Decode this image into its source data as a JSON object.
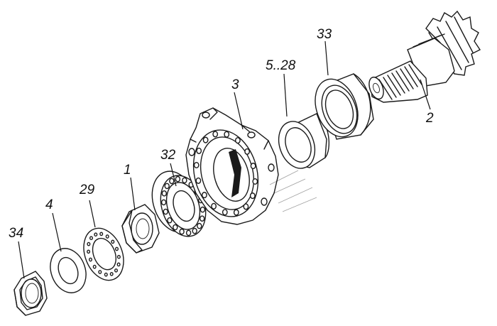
{
  "diagram": {
    "parts": [
      {
        "id": "34",
        "label": "34"
      },
      {
        "id": "4",
        "label": "4"
      },
      {
        "id": "29",
        "label": "29"
      },
      {
        "id": "1",
        "label": "1"
      },
      {
        "id": "32",
        "label": "32"
      },
      {
        "id": "3",
        "label": "3"
      },
      {
        "id": "5-28",
        "label": "5..28"
      },
      {
        "id": "33",
        "label": "33"
      },
      {
        "id": "2",
        "label": "2"
      }
    ]
  }
}
